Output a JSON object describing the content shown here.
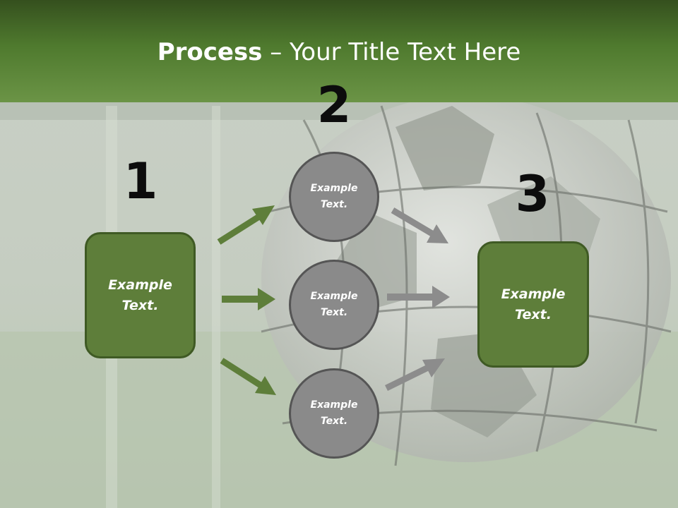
{
  "title": {
    "bold": "Process",
    "rest": " – Your Title Text Here"
  },
  "steps": {
    "one": "1",
    "two": "2",
    "three": "3"
  },
  "nodes": {
    "left_box": "Example Text.",
    "circle_top": "Example Text.",
    "circle_middle": "Example Text.",
    "circle_bottom": "Example Text.",
    "right_box": "Example Text."
  },
  "colors": {
    "header_green": "#5e8a38",
    "box_fill": "#5e7e3a",
    "box_border": "#3f5a24",
    "circle_fill": "#8a8a8a",
    "green_arrow": "#5e7e3a",
    "gray_arrow": "#8c8c8c"
  }
}
